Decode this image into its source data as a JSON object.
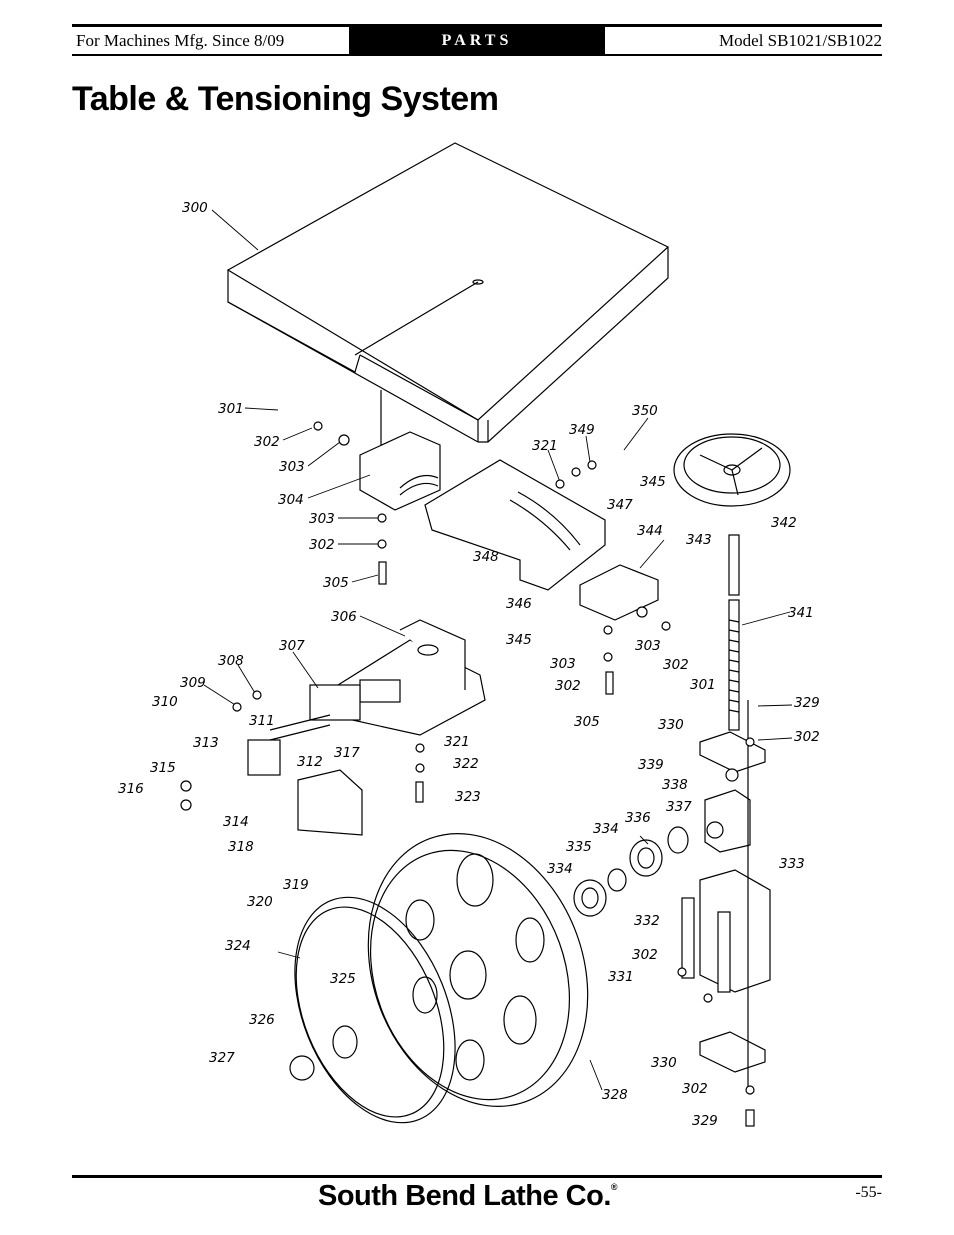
{
  "header": {
    "left": "For Machines Mfg. Since 8/09",
    "tab": "PARTS",
    "right": "Model SB1021/SB1022"
  },
  "title": "Table & Tensioning System",
  "callouts": {
    "c300": "300",
    "c301a": "301",
    "c302a": "302",
    "c303a": "303",
    "c304": "304",
    "c303b": "303",
    "c302b": "302",
    "c305a": "305",
    "c306": "306",
    "c307": "307",
    "c308": "308",
    "c309": "309",
    "c310": "310",
    "c311": "311",
    "c313": "313",
    "c312": "312",
    "c317": "317",
    "c315": "315",
    "c316": "316",
    "c314": "314",
    "c318": "318",
    "c319": "319",
    "c320": "320",
    "c321a": "321",
    "c322": "322",
    "c323": "323",
    "c324": "324",
    "c325": "325",
    "c326": "326",
    "c327": "327",
    "c328": "328",
    "c321b": "321",
    "c349": "349",
    "c350": "350",
    "c345a": "345",
    "c347": "347",
    "c348": "348",
    "c344": "344",
    "c346": "346",
    "c345b": "345",
    "c303c": "303",
    "c302c": "302",
    "c305b": "305",
    "c303d": "303",
    "c302d": "302",
    "c301b": "301",
    "c343": "343",
    "c342": "342",
    "c341": "341",
    "c329a": "329",
    "c330a": "330",
    "c302e": "302",
    "c339": "339",
    "c338": "338",
    "c337": "337",
    "c336": "336",
    "c334a": "334",
    "c335": "335",
    "c334b": "334",
    "c333": "333",
    "c332": "332",
    "c302f": "302",
    "c331": "331",
    "c330b": "330",
    "c302g": "302",
    "c329b": "329"
  },
  "footer": {
    "brand": "South Bend Lathe Co.",
    "page": "-55-"
  }
}
